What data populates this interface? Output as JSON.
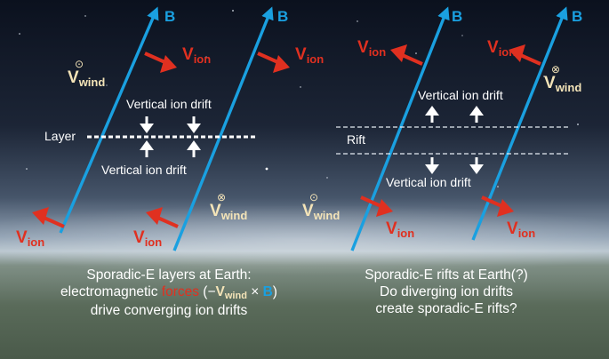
{
  "colors": {
    "field": "#1aa0e0",
    "ion": "#e03020",
    "wind": "#f4e4b8",
    "drift": "#ffffff",
    "sky_top": "#0c1220",
    "ground": "#4f5f50"
  },
  "icons": {
    "field_arrow": "arrow-up-right-icon",
    "ion_arrow": "arrow-icon",
    "drift_arrow": "arrow-icon",
    "wind_out": "circle-dot-icon",
    "wind_in": "circle-times-icon"
  },
  "labels": {
    "b": "B",
    "v": "V",
    "ion": "ion",
    "wind": "wind",
    "dot_symbol": "⊙",
    "cross_symbol": "⊗"
  },
  "left": {
    "drift_top": "Vertical ion drift",
    "drift_bottom": "Vertical ion drift",
    "layer": "Layer",
    "caption": {
      "line1": "Sporadic-E layers at Earth:",
      "line2_a": "electromagnetic ",
      "line2_forces": "forces",
      "line2_b": " (−",
      "line2_mid": " × ",
      "line2_end": ")",
      "line3": "drive converging ion drifts"
    }
  },
  "right": {
    "drift_top": "Vertical ion drift",
    "drift_bottom": "Vertical ion drift",
    "rift": "Rift",
    "caption": {
      "line1": "Sporadic-E rifts at Earth(?)",
      "line2": "Do diverging ion drifts",
      "line3": "create sporadic-E rifts?"
    }
  }
}
